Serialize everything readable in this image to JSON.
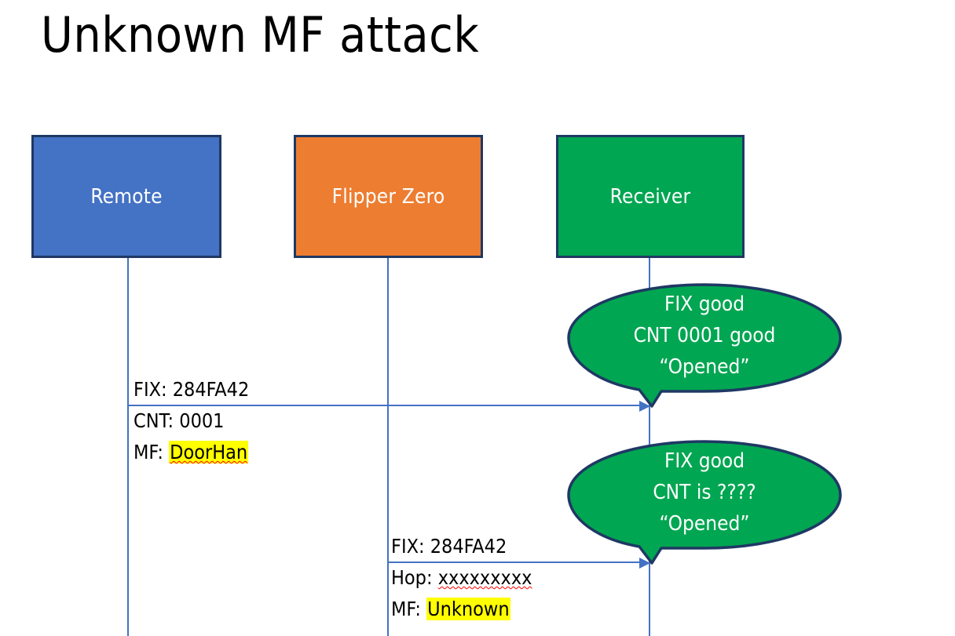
{
  "slide": {
    "title": "Unknown MF attack",
    "background": "#ffffff"
  },
  "colors": {
    "remote_box": "#4472C4",
    "flipper_box": "#ED7D31",
    "receiver_box": "#00A651",
    "box_border": "#1F3864",
    "lifeline": "#4472C4",
    "arrow": "#4472C4",
    "callout_fill": "#00A651",
    "callout_border": "#1F3864",
    "highlight": "#FFFF00",
    "spellcheck_underline": "#FF0000",
    "text": "#000000",
    "text_on_fill": "#FFFFFF"
  },
  "actors": [
    {
      "id": "remote",
      "label": "Remote"
    },
    {
      "id": "flipper",
      "label": "Flipper Zero"
    },
    {
      "id": "receiver",
      "label": "Receiver"
    }
  ],
  "messages": [
    {
      "id": "msg-1",
      "from": "remote",
      "to": "receiver",
      "lines": [
        {
          "label": "FIX:",
          "value": "284FA42",
          "highlighted": false,
          "misspelled": false
        },
        {
          "label": "CNT:",
          "value": "0001",
          "highlighted": false,
          "misspelled": false
        },
        {
          "label": "MF:",
          "value": "DoorHan",
          "highlighted": true,
          "misspelled": true
        }
      ]
    },
    {
      "id": "msg-2",
      "from": "flipper",
      "to": "receiver",
      "lines": [
        {
          "label": "FIX:",
          "value": "284FA42",
          "highlighted": false,
          "misspelled": false
        },
        {
          "label": "Hop:",
          "value": "xxxxxxxxx",
          "highlighted": false,
          "misspelled": true
        },
        {
          "label": "MF:",
          "value": "Unknown",
          "highlighted": true,
          "misspelled": false
        }
      ]
    }
  ],
  "callouts": [
    {
      "id": "callout-1",
      "anchor": "receiver",
      "lines": [
        "FIX good",
        "CNT 0001 good",
        "“Opened”"
      ]
    },
    {
      "id": "callout-2",
      "anchor": "receiver",
      "lines": [
        "FIX good",
        "CNT is ????",
        "“Opened”"
      ]
    }
  ]
}
